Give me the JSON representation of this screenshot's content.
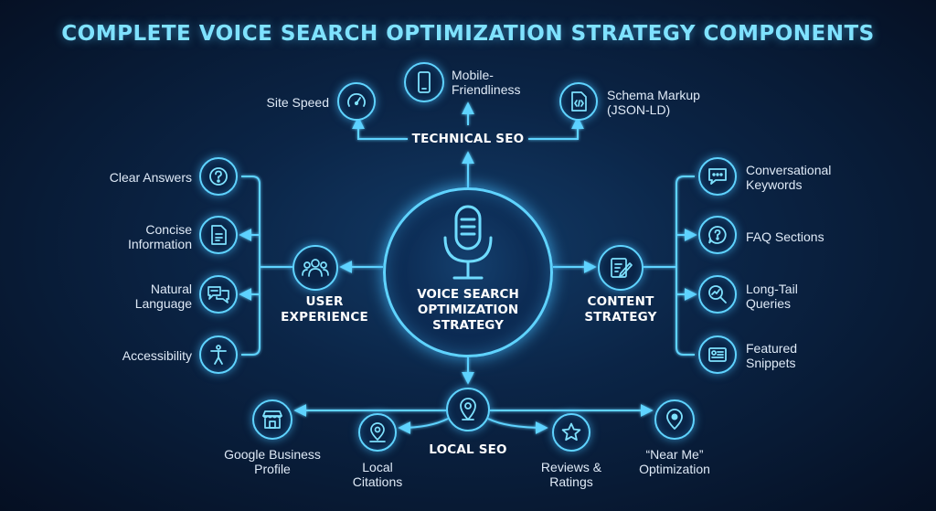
{
  "title": "COMPLETE VOICE SEARCH OPTIMIZATION STRATEGY COMPONENTS",
  "center": {
    "lines": [
      "VOICE SEARCH",
      "OPTIMIZATION",
      "STRATEGY"
    ],
    "icon": "microphone-icon"
  },
  "colors": {
    "background": "#07172f",
    "accent": "#5fd3ff",
    "title": "#7fe2ff",
    "text": "#dfeaf7"
  },
  "categories": {
    "technical_seo": {
      "label": "TECHNICAL SEO",
      "items": [
        {
          "label": "Site Speed",
          "icon": "speedometer-icon"
        },
        {
          "lines": [
            "Mobile-",
            "Friendliness"
          ],
          "icon": "smartphone-icon"
        },
        {
          "lines": [
            "Schema Markup",
            "(JSON-LD)"
          ],
          "icon": "code-file-icon"
        }
      ]
    },
    "user_experience": {
      "lines": [
        "USER",
        "EXPERIENCE"
      ],
      "icon": "users-icon",
      "items": [
        {
          "label": "Clear Answers",
          "icon": "question-icon"
        },
        {
          "lines": [
            "Concise",
            "Information"
          ],
          "icon": "document-icon"
        },
        {
          "lines": [
            "Natural",
            "Language"
          ],
          "icon": "chat-bubbles-icon"
        },
        {
          "label": "Accessibility",
          "icon": "accessibility-icon"
        }
      ]
    },
    "content_strategy": {
      "lines": [
        "CONTENT",
        "STRATEGY"
      ],
      "icon": "edit-document-icon",
      "items": [
        {
          "lines": [
            "Conversational",
            "Keywords"
          ],
          "icon": "chat-icon"
        },
        {
          "label": "FAQ Sections",
          "icon": "faq-bubble-icon"
        },
        {
          "lines": [
            "Long-Tail",
            "Queries"
          ],
          "icon": "search-chart-icon"
        },
        {
          "lines": [
            "Featured",
            "Snippets"
          ],
          "icon": "snippet-card-icon"
        }
      ]
    },
    "local_seo": {
      "label": "LOCAL SEO",
      "icon": "location-pin-icon",
      "items": [
        {
          "lines": [
            "Google Business",
            "Profile"
          ],
          "icon": "storefront-icon"
        },
        {
          "lines": [
            "Local",
            "Citations"
          ],
          "icon": "map-pin-icon"
        },
        {
          "lines": [
            "Reviews &",
            "Ratings"
          ],
          "icon": "star-icon"
        },
        {
          "lines": [
            "“Near Me”",
            "Optimization"
          ],
          "icon": "nearby-pin-icon"
        }
      ]
    }
  }
}
